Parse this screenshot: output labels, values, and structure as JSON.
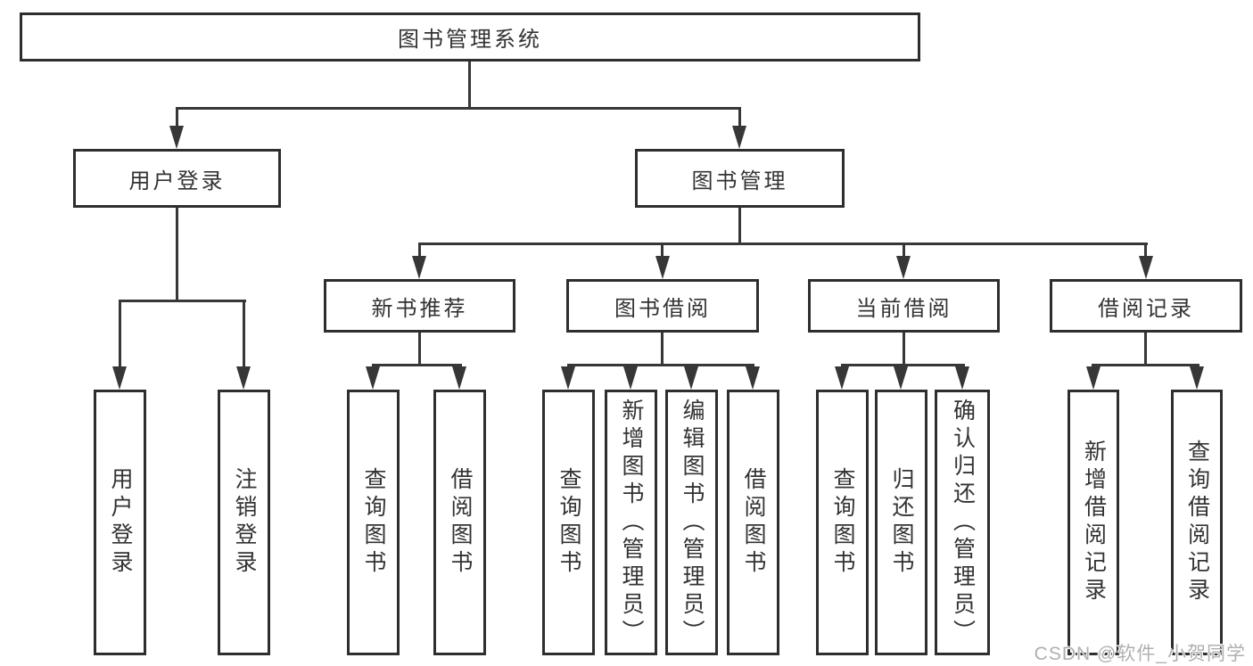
{
  "tree": {
    "label": "图书管理系统",
    "children": [
      {
        "label": "用户登录",
        "children": [
          {
            "label": "用户登录"
          },
          {
            "label": "注销登录"
          }
        ]
      },
      {
        "label": "图书管理",
        "children": [
          {
            "label": "新书推荐",
            "children": [
              {
                "label": "查询图书"
              },
              {
                "label": "借阅图书"
              }
            ]
          },
          {
            "label": "图书借阅",
            "children": [
              {
                "label": "查询图书"
              },
              {
                "label": "新增图书（管理员）"
              },
              {
                "label": "编辑图书（管理员）"
              },
              {
                "label": "借阅图书"
              }
            ]
          },
          {
            "label": "当前借阅",
            "children": [
              {
                "label": "查询图书"
              },
              {
                "label": "归还图书"
              },
              {
                "label": "确认归还（管理员）"
              }
            ]
          },
          {
            "label": "借阅记录",
            "children": [
              {
                "label": "新增借阅记录"
              },
              {
                "label": "查询借阅记录"
              }
            ]
          }
        ]
      }
    ]
  },
  "watermark": {
    "text": "CSDN @软件_小贺同学"
  },
  "colors": {
    "line": "#373737",
    "box_border": "#2e2e2e",
    "text": "#333333",
    "background": "#ffffff",
    "watermark": "#b0b0b0"
  }
}
